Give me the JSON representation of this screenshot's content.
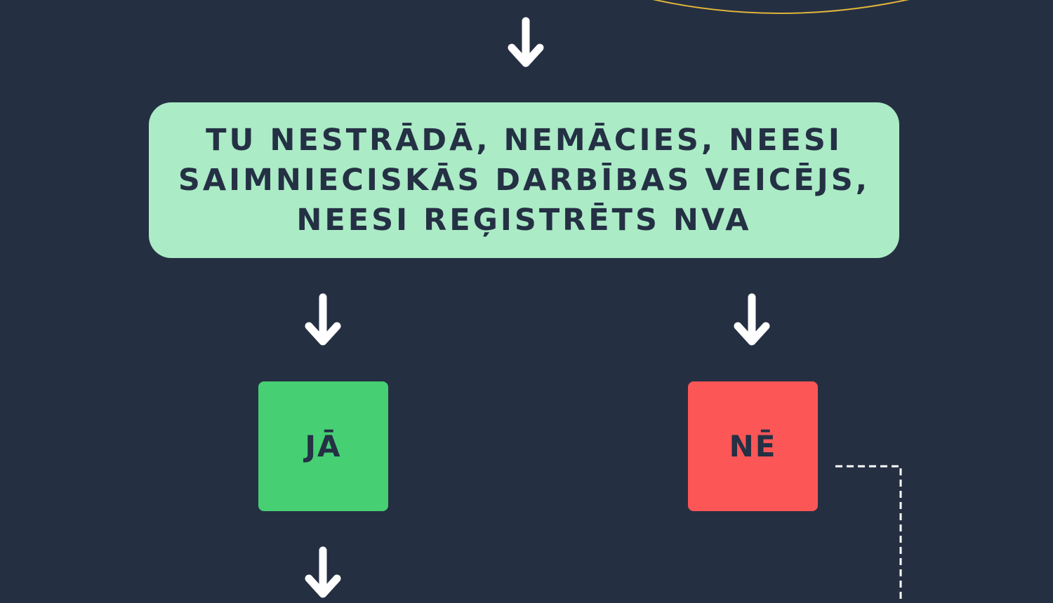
{
  "colors": {
    "background": "#252f42",
    "condition_fill": "#abebc6",
    "yes_fill": "#47cf73",
    "no_fill": "#fd5657",
    "text_dark": "#243044",
    "arrow": "#ffffff",
    "connector": "#ffffff",
    "top_outline": "#e0b43a"
  },
  "condition": {
    "text": "TU NESTRĀDĀ, NEMĀCIES, NEESI SAIMNIECISKĀS DARBĪBAS VEICĒJS, NEESI REĢISTRĒTS NVA"
  },
  "answers": {
    "yes_label": "JĀ",
    "no_label": "NĒ"
  }
}
